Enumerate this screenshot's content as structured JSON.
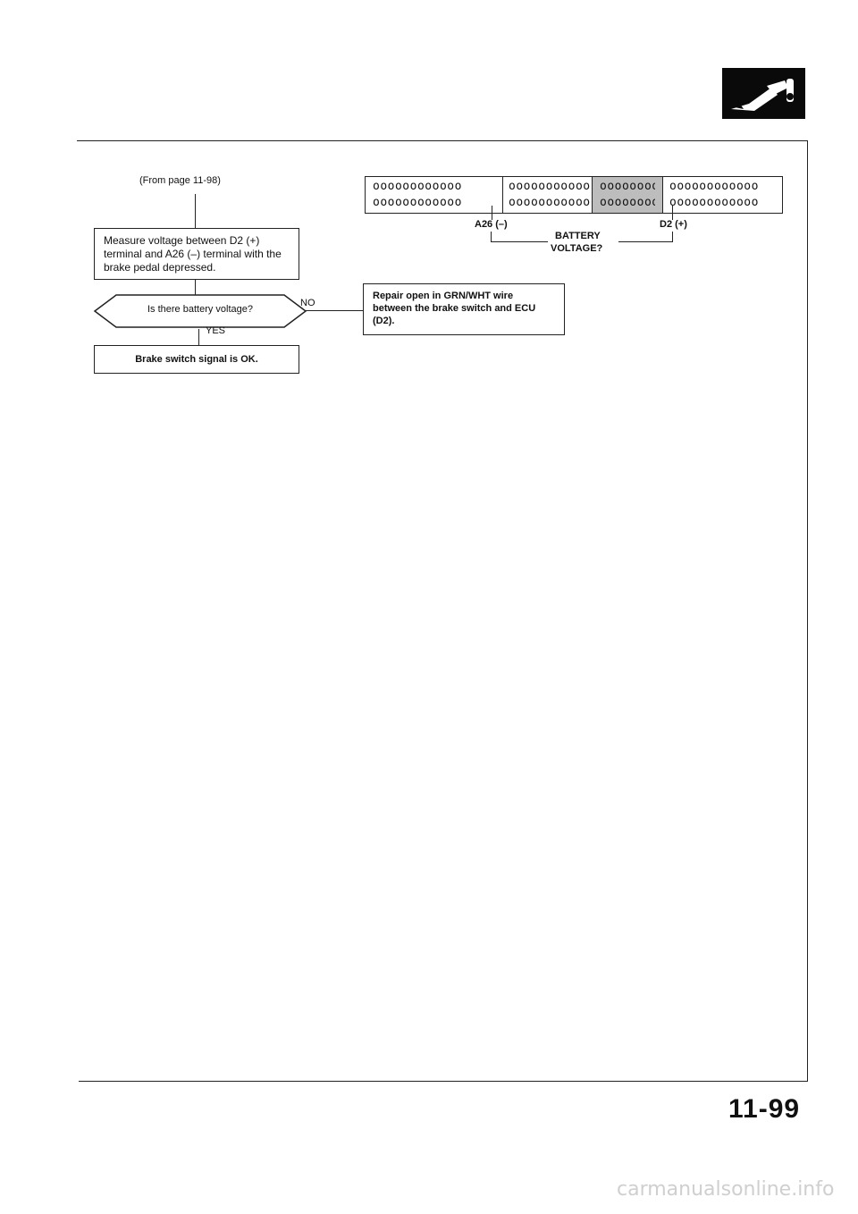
{
  "header": {
    "logo_icon": "fuel-injector-icon"
  },
  "flow": {
    "from_page": "(From page 11-98)",
    "step_measure": "Measure voltage between D2 (+) terminal and A26 (–) terminal with the brake pedal depressed.",
    "decision": "Is there battery voltage?",
    "no_label": "NO",
    "yes_label": "YES",
    "result_ok": "Brake switch signal is OK.",
    "repair": "Repair open in GRN/WHT wire between the brake switch and ECU (D2)."
  },
  "connector": {
    "row_text": "oooooooooooo",
    "a26_label": "A26 (–)",
    "d2_label": "D2 (+)",
    "battery_label": "BATTERY",
    "voltage_label": "VOLTAGE?"
  },
  "footer": {
    "page_number": "11-99",
    "watermark": "carmanualsonline.info"
  }
}
